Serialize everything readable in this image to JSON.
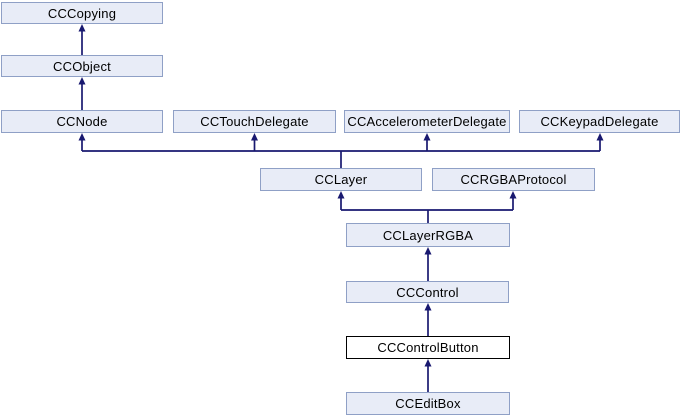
{
  "diagram": {
    "type": "class-inheritance-diagram",
    "current_class": "CCControlButton",
    "colors": {
      "background": "#ffffff",
      "node_fill": "#e8ecf7",
      "node_border": "#8fa0c6",
      "current_fill": "#ffffff",
      "current_border": "#000000",
      "edge": "#191970",
      "text": "#000000"
    },
    "nodes": [
      {
        "id": "cccopying",
        "label": "CCCopying",
        "type": "class"
      },
      {
        "id": "ccobject",
        "label": "CCObject",
        "type": "class"
      },
      {
        "id": "ccnode",
        "label": "CCNode",
        "type": "class"
      },
      {
        "id": "cctouchdelegate",
        "label": "CCTouchDelegate",
        "type": "class"
      },
      {
        "id": "ccaccelerometerdelegate",
        "label": "CCAccelerometerDelegate",
        "type": "class"
      },
      {
        "id": "cckeypaddelegate",
        "label": "CCKeypadDelegate",
        "type": "class"
      },
      {
        "id": "cclayer",
        "label": "CCLayer",
        "type": "class"
      },
      {
        "id": "ccrgbaprotocol",
        "label": "CCRGBAProtocol",
        "type": "class"
      },
      {
        "id": "cclayerrgba",
        "label": "CCLayerRGBA",
        "type": "class"
      },
      {
        "id": "cccontrol",
        "label": "CCControl",
        "type": "class"
      },
      {
        "id": "cccontrolbutton",
        "label": "CCControlButton",
        "type": "current"
      },
      {
        "id": "cceditbox",
        "label": "CCEditBox",
        "type": "class"
      }
    ],
    "edges": [
      {
        "from": "CCObject",
        "to": "CCCopying"
      },
      {
        "from": "CCNode",
        "to": "CCObject"
      },
      {
        "from": "CCLayer",
        "to": "CCNode"
      },
      {
        "from": "CCLayer",
        "to": "CCTouchDelegate"
      },
      {
        "from": "CCLayer",
        "to": "CCAccelerometerDelegate"
      },
      {
        "from": "CCLayer",
        "to": "CCKeypadDelegate"
      },
      {
        "from": "CCLayerRGBA",
        "to": "CCLayer"
      },
      {
        "from": "CCLayerRGBA",
        "to": "CCRGBAProtocol"
      },
      {
        "from": "CCControl",
        "to": "CCLayerRGBA"
      },
      {
        "from": "CCControlButton",
        "to": "CCControl"
      },
      {
        "from": "CCEditBox",
        "to": "CCControlButton"
      }
    ]
  }
}
